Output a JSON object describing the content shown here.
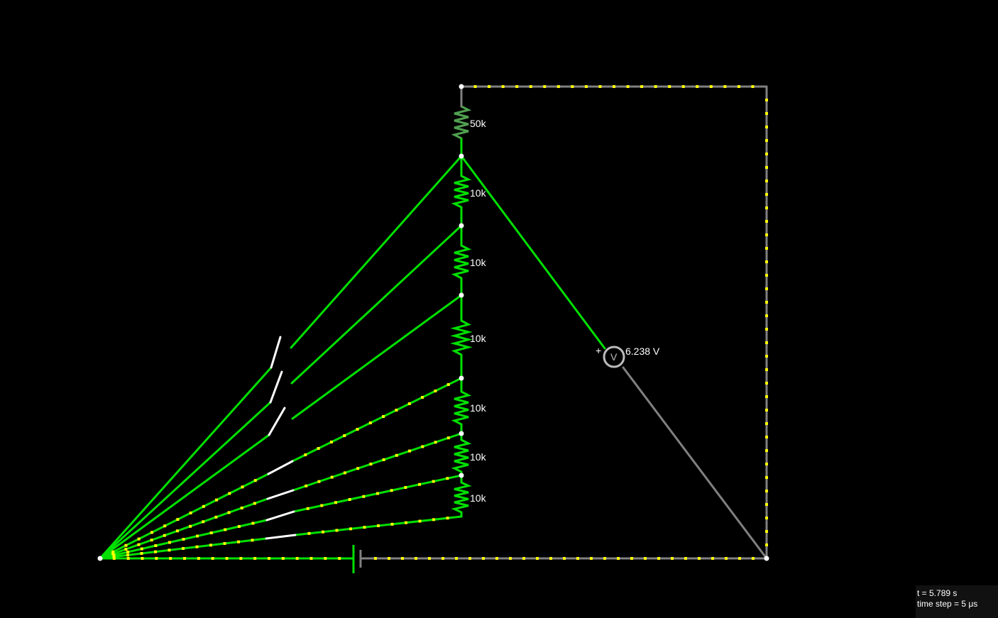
{
  "circuit": {
    "resistors": [
      {
        "label": "50k"
      },
      {
        "label": "10k"
      },
      {
        "label": "10k"
      },
      {
        "label": "10k"
      },
      {
        "label": "10k"
      },
      {
        "label": "10k"
      },
      {
        "label": "10k"
      }
    ],
    "switches": [
      {
        "state": "open"
      },
      {
        "state": "open"
      },
      {
        "state": "open"
      },
      {
        "state": "closed"
      },
      {
        "state": "closed"
      },
      {
        "state": "closed"
      },
      {
        "state": "closed"
      }
    ],
    "voltmeter": {
      "symbol": "V",
      "polarity": "+",
      "reading": "6.238 V"
    }
  },
  "status": {
    "time": "t = 5.789 s",
    "time_step": "time step = 5 μs"
  },
  "colors": {
    "background": "#000000",
    "wire_active": "#00e000",
    "wire_idle": "#808080",
    "current_dot": "#ffff00",
    "switch_blade": "#ffffff"
  }
}
